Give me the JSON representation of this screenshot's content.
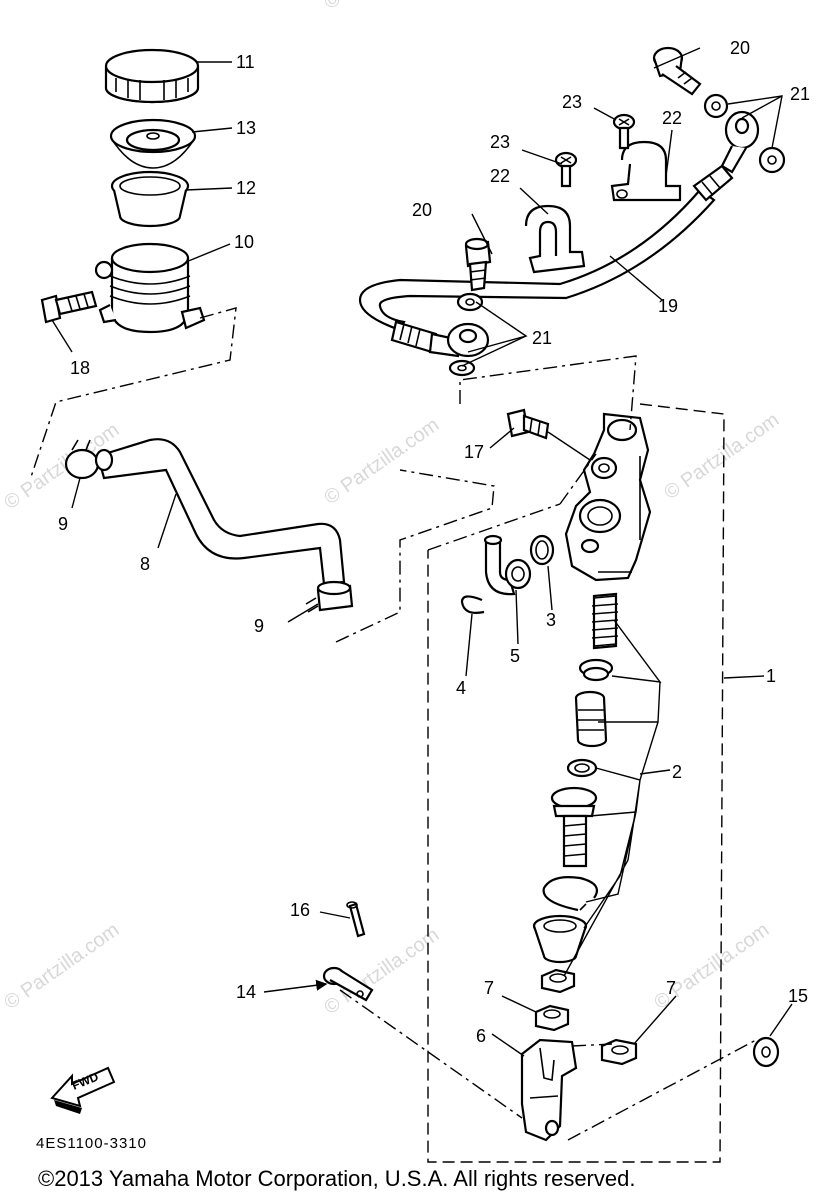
{
  "diagram": {
    "part_numbers": [
      "1",
      "2",
      "3",
      "4",
      "5",
      "6",
      "7",
      "7",
      "8",
      "9",
      "9",
      "10",
      "11",
      "12",
      "13",
      "14",
      "15",
      "16",
      "17",
      "18",
      "19",
      "20",
      "20",
      "21",
      "21",
      "21",
      "22",
      "22",
      "23",
      "23"
    ],
    "fwd_label": "FWD",
    "diagram_code": "4ES1100-3310",
    "watermark": "© Partzilla.com",
    "copyright": "©2013 Yamaha Motor Corporation, U.S.A. All rights reserved."
  }
}
